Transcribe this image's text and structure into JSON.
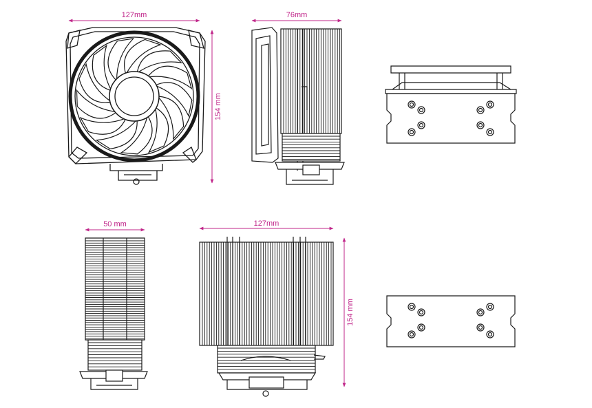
{
  "colors": {
    "dimension": "#c0268a",
    "line": "#1a1a1a",
    "background": "#ffffff"
  },
  "dimensions": {
    "front_width": "127mm",
    "front_height": "154 mm",
    "side_depth": "76mm",
    "narrow_width": "50 mm",
    "fin_width": "127mm",
    "fin_height": "154 mm"
  }
}
